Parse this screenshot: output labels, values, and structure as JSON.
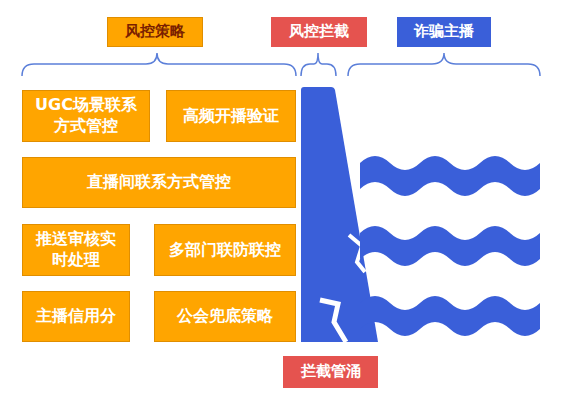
{
  "diagram": {
    "nodes": [
      {
        "text": [
          "风控策略"
        ]
      },
      {
        "text": [
          "风控拦截"
        ]
      },
      {
        "text": [
          "诈骗主播"
        ]
      },
      {
        "text": [
          "UGC场景联系方式管控"
        ]
      },
      {
        "text": [
          "高频开播验证"
        ]
      },
      {
        "text": [
          "直播间联系方式管控"
        ]
      },
      {
        "text": [
          "推送审核实时处理"
        ]
      },
      {
        "text": [
          "多部门联防联控"
        ]
      },
      {
        "text": [
          "主播信用分"
        ]
      },
      {
        "text": [
          "公会兜底策略"
        ]
      },
      {
        "text": [
          "拦截管涌"
        ]
      }
    ]
  }
}
